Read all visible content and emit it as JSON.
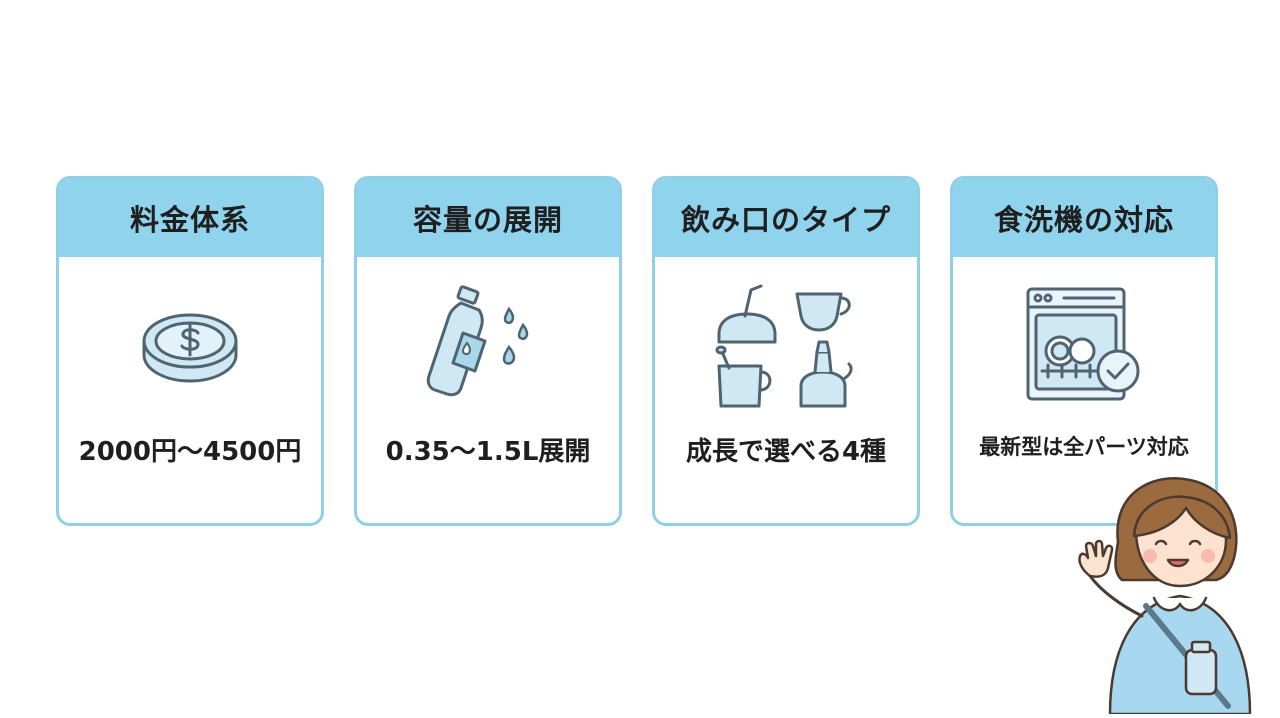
{
  "cards": [
    {
      "title": "料金体系",
      "value": "2000円〜4500円",
      "icon": "coin-icon"
    },
    {
      "title": "容量の展開",
      "value": "0.35〜1.5L展開",
      "icon": "water-bottle-icon"
    },
    {
      "title": "飲み口のタイプ",
      "value": "成長で選べる4種",
      "icon": "drinking-spout-types-icon"
    },
    {
      "title": "食洗機の対応",
      "value": "最新型は全パーツ対応",
      "icon": "dishwasher-check-icon"
    }
  ],
  "colors": {
    "header": "#8fd3ec",
    "border": "#8fd0e8",
    "icon_fill": "#cfe8f3",
    "icon_stroke": "#4f6471"
  }
}
